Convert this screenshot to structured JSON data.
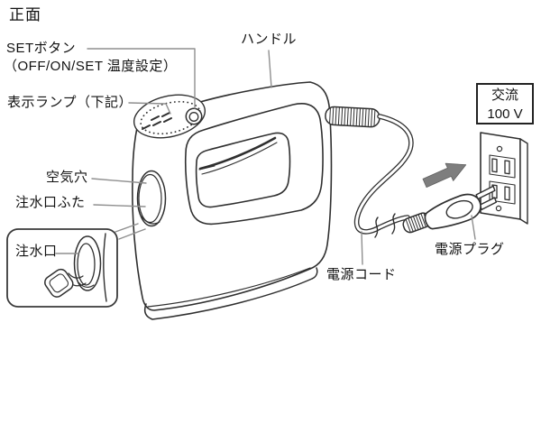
{
  "title": "正面",
  "diagram": {
    "labels": {
      "set_button_line1": "SETボタン",
      "set_button_line2": "（OFF/ON/SET 温度設定）",
      "display_lamp": "表示ランプ（下記）",
      "handle": "ハンドル",
      "air_hole": "空気穴",
      "water_inlet_lid": "注水口ふた",
      "water_inlet": "注水口",
      "power_cord": "電源コード",
      "power_plug": "電源プラグ",
      "ac_line1": "交流",
      "ac_line2": "100 V"
    },
    "colors": {
      "outline": "#2f2f2f",
      "leader": "#8f8f8f",
      "arrow_fill": "#7e7e7e",
      "text": "#111111",
      "background": "#ffffff"
    }
  }
}
